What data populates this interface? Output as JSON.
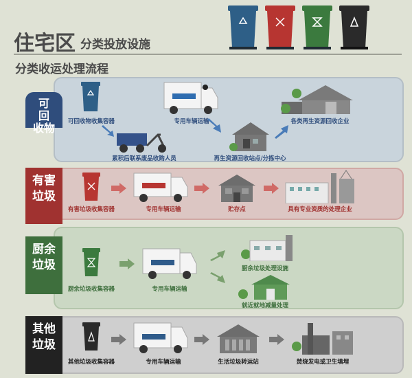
{
  "header": {
    "title_main": "住宅区",
    "title_sub": "分类投放设施",
    "subtitle": "分类收运处理流程"
  },
  "top_bins": [
    {
      "color": "#2e5f87",
      "icon": "recycle-icon"
    },
    {
      "color": "#b73531",
      "icon": "hazard-icon"
    },
    {
      "color": "#3b7a3e",
      "icon": "hourglass-icon"
    },
    {
      "color": "#2a2a2a",
      "icon": "other-waste-icon"
    }
  ],
  "colors": {
    "recyclable": "#2f4d7c",
    "hazardous": "#a03230",
    "kitchen": "#3e6f3d",
    "other": "#222222"
  },
  "rows": {
    "recyclable": {
      "badge": "可\n回\n收物",
      "labels": {
        "bin": "可回收物收集容器",
        "truck": "专用车辆运输",
        "tricycle": "累积后联系废品收购人员",
        "station": "再生资源回收站点/分拣中心",
        "plant": "各类再生资源回收企业"
      }
    },
    "hazardous": {
      "badge": "有害\n垃圾",
      "labels": {
        "bin": "有害垃圾收集容器",
        "truck": "专用车辆运输",
        "storage": "贮存点",
        "plant": "具有专业资质的处理企业"
      }
    },
    "kitchen": {
      "badge": "厨余\n垃圾",
      "labels": {
        "bin": "厨余垃圾收集容器",
        "truck": "专用车辆运输",
        "facility": "厨余垃圾处理设施",
        "local": "就近就地减量处理"
      }
    },
    "other": {
      "badge": "其他\n垃圾",
      "labels": {
        "bin": "其他垃圾收集容器",
        "truck": "专用车辆运输",
        "transfer": "生活垃圾转运站",
        "plant": "焚烧发电或卫生填埋"
      }
    }
  }
}
